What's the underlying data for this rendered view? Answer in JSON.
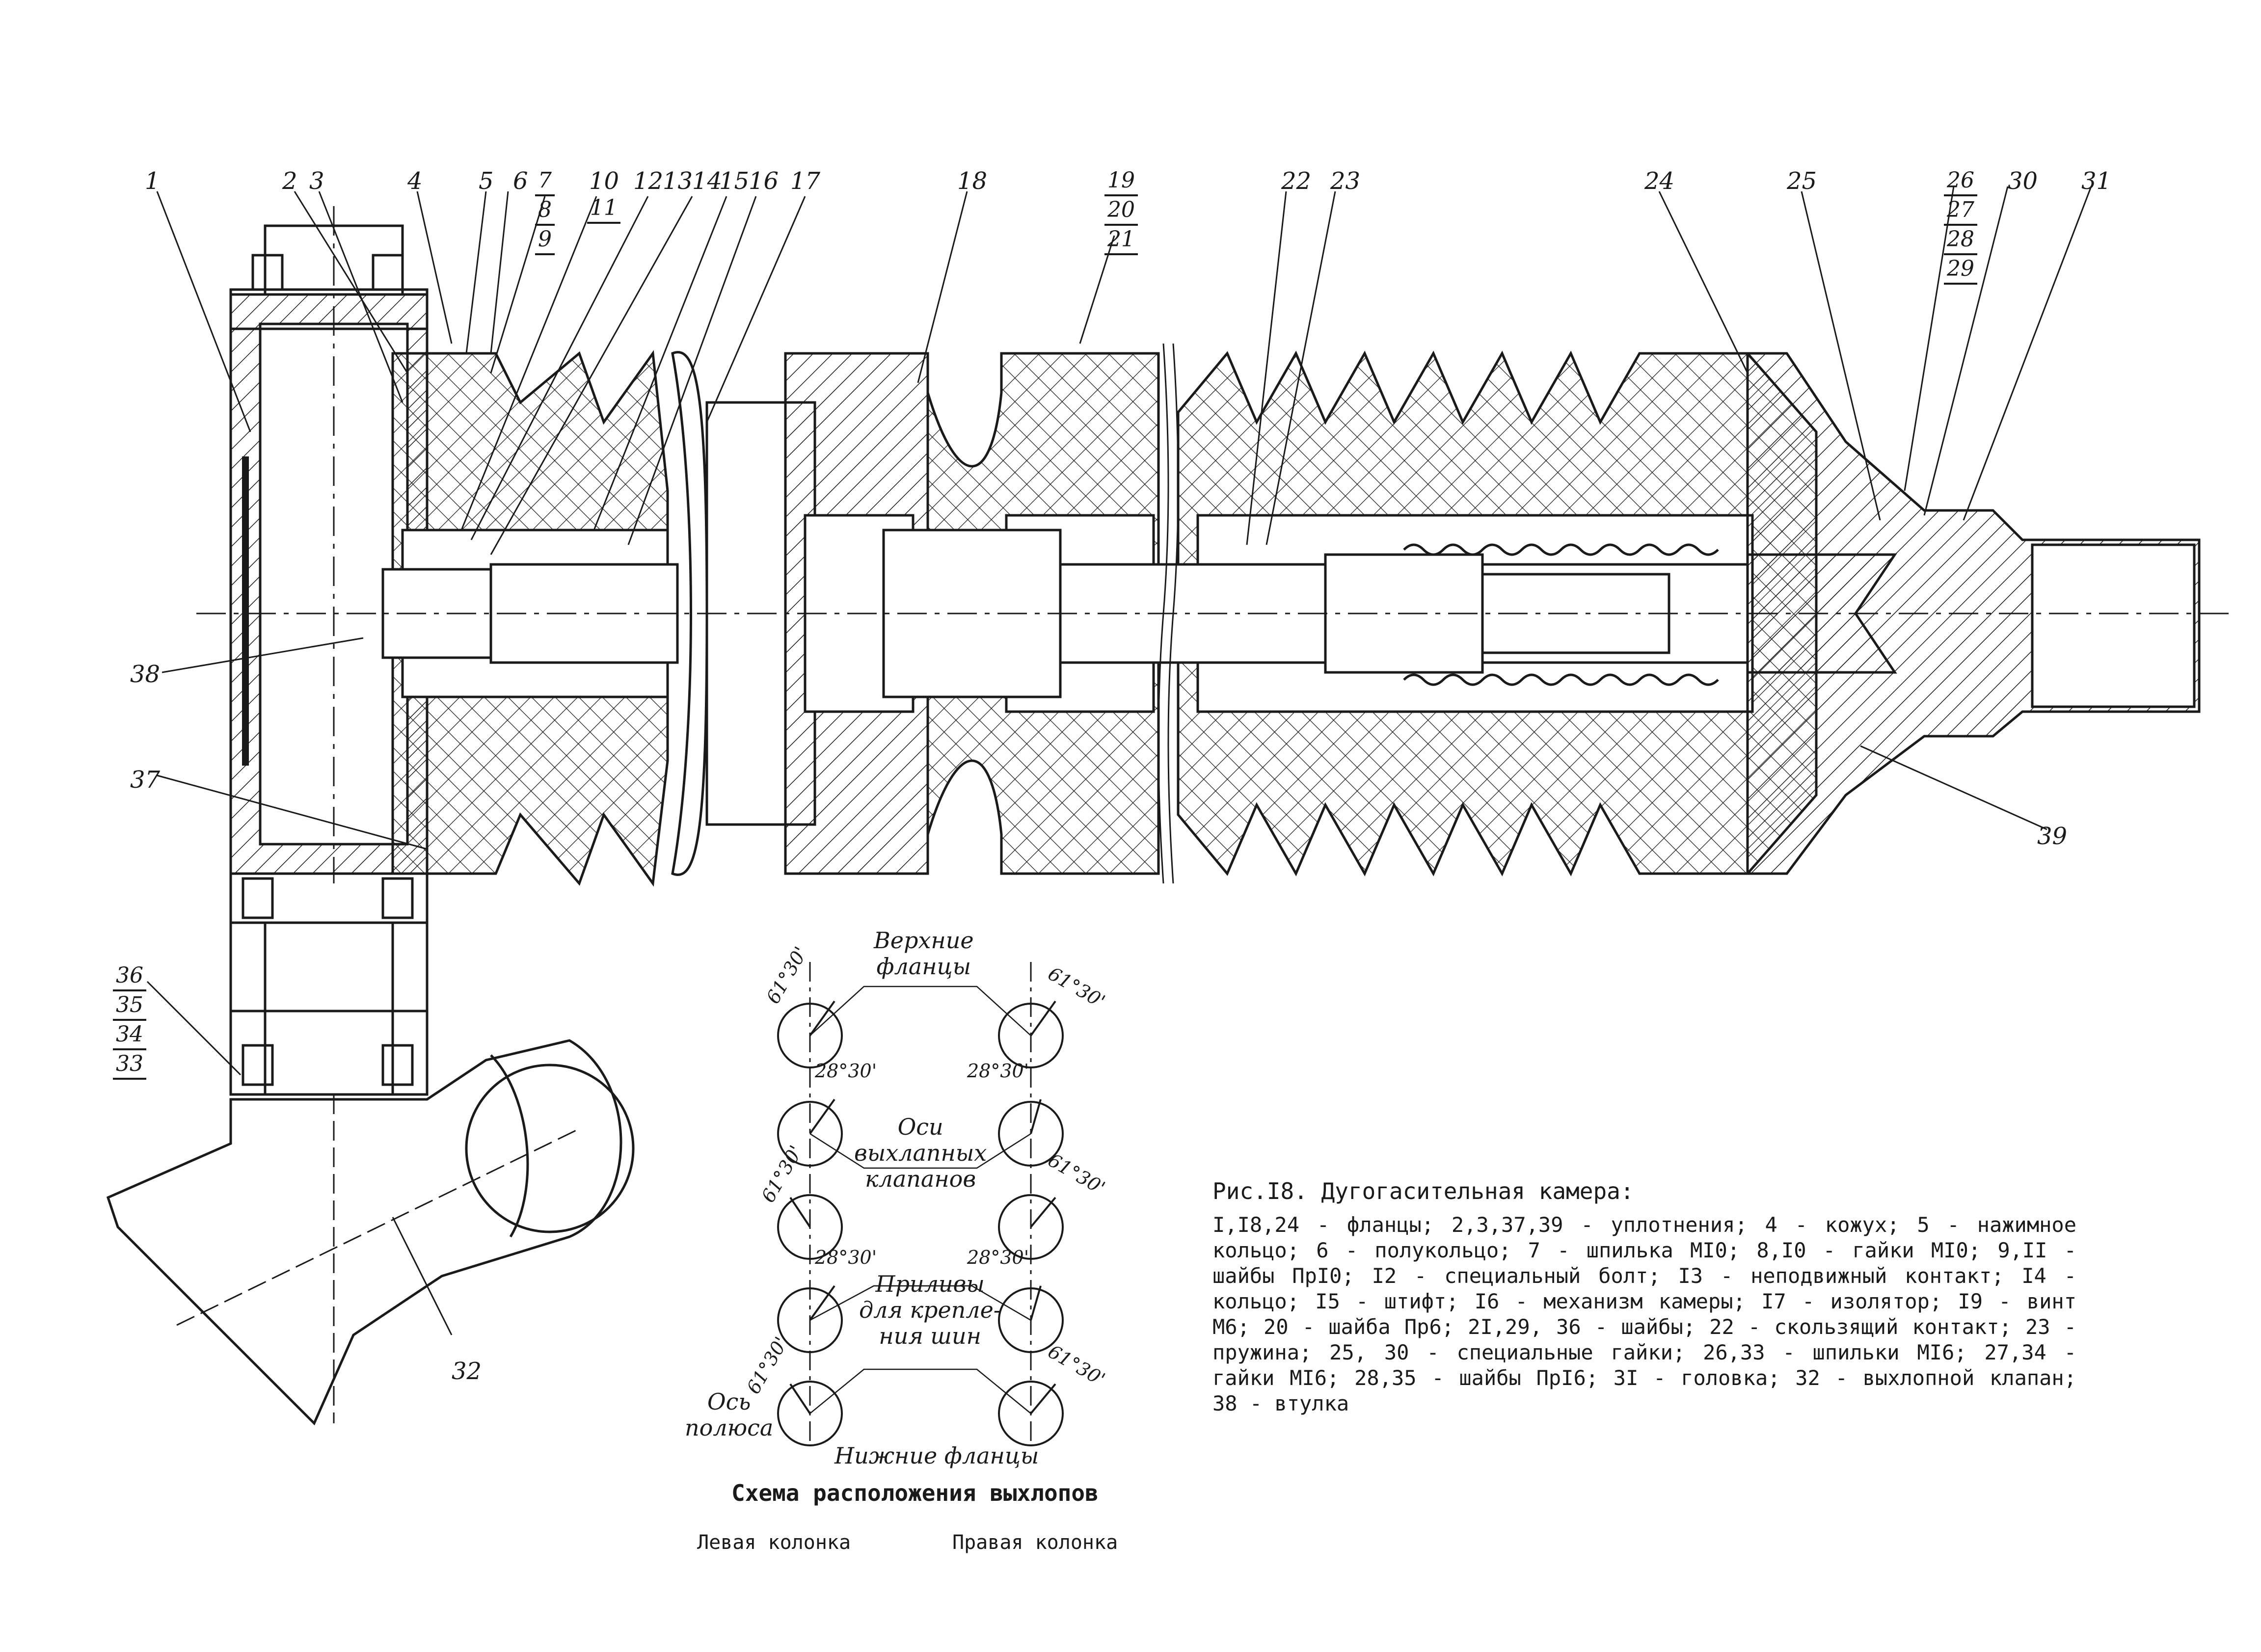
{
  "part_labels": {
    "p1": "1",
    "p2": "2",
    "p3": "3",
    "p4": "4",
    "p5": "5",
    "p6": "6",
    "p10": "10",
    "p12": "12",
    "p13": "13",
    "p14": "14",
    "p15": "15",
    "p16": "16",
    "p17": "17",
    "p18": "18",
    "p22": "22",
    "p23": "23",
    "p24": "24",
    "p25": "25",
    "p30": "30",
    "p31": "31",
    "p32": "32",
    "p37": "37",
    "p38": "38",
    "p39": "39"
  },
  "fraction_groups": {
    "g7": [
      "7",
      "8",
      "9"
    ],
    "g10": [
      "11"
    ],
    "g19": [
      "19",
      "20",
      "21"
    ],
    "g26": [
      "26",
      "27",
      "28",
      "29"
    ],
    "g36": [
      "36",
      "35",
      "34",
      "33"
    ]
  },
  "schematic": {
    "upper_flanges": [
      "Верхние",
      "фланцы"
    ],
    "valve_axes": [
      "Оси",
      "выхлапных",
      "клапанов"
    ],
    "bus_mounts": [
      "Приливы",
      "для крепле-",
      "ния шин"
    ],
    "pole_axis": [
      "Ось",
      "полюса"
    ],
    "lower_flanges": "Нижние фланцы",
    "angles": {
      "a61": "61°30'",
      "a28": "28°30'"
    }
  },
  "schema_title": "Схема расположения выхлопов",
  "left_column": "Левая колонка",
  "right_column": "Правая колонка",
  "caption": {
    "title": "Рис.I8. Дугогасительная камера:",
    "body": "I,I8,24 - фланцы; 2,3,37,39 - уплотнения; 4 - кожух; 5 - нажимное кольцо; 6 - полукольцо; 7 - шпилька MI0; 8,I0 - гайки MI0; 9,II - шайбы ПрI0; I2 - специальный болт; I3 - неподвижный контакт; I4 - кольцо; I5 - штифт; I6 - механизм камеры; I7 - изолятор; I9 - винт M6; 20 - шайба Пр6; 2I,29, 36 - шайбы; 22 - скользящий контакт; 23 - пружина; 25, 30 - специальные гайки; 26,33 - шпильки MI6; 27,34 - гайки MI6; 28,35 - шайбы ПрI6; 3I - головка; 32 - выхлопной клапан; 38 - втулка"
  }
}
